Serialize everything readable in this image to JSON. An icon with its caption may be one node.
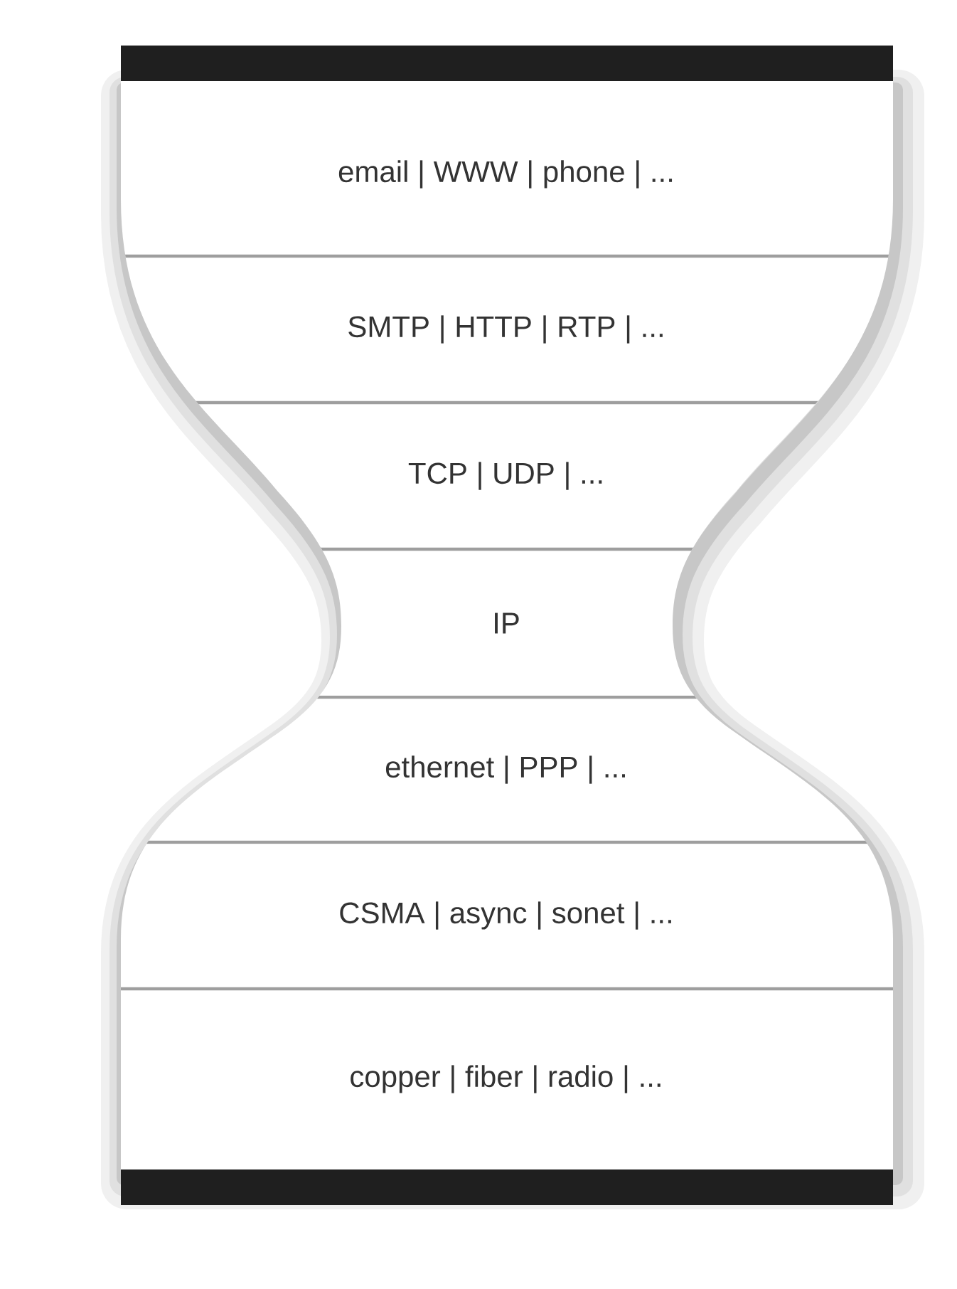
{
  "diagram": {
    "nodes": [
      {
        "text": [
          "email | WWW | phone | ..."
        ]
      },
      {
        "text": [
          "SMTP | HTTP | RTP | ..."
        ]
      },
      {
        "text": [
          "TCP | UDP | ..."
        ]
      },
      {
        "text": [
          "IP"
        ]
      },
      {
        "text": [
          "ethernet | PPP | ..."
        ]
      },
      {
        "text": [
          "CSMA | async | sonet | ..."
        ]
      },
      {
        "text": [
          "copper | fiber | radio | ..."
        ]
      }
    ]
  }
}
